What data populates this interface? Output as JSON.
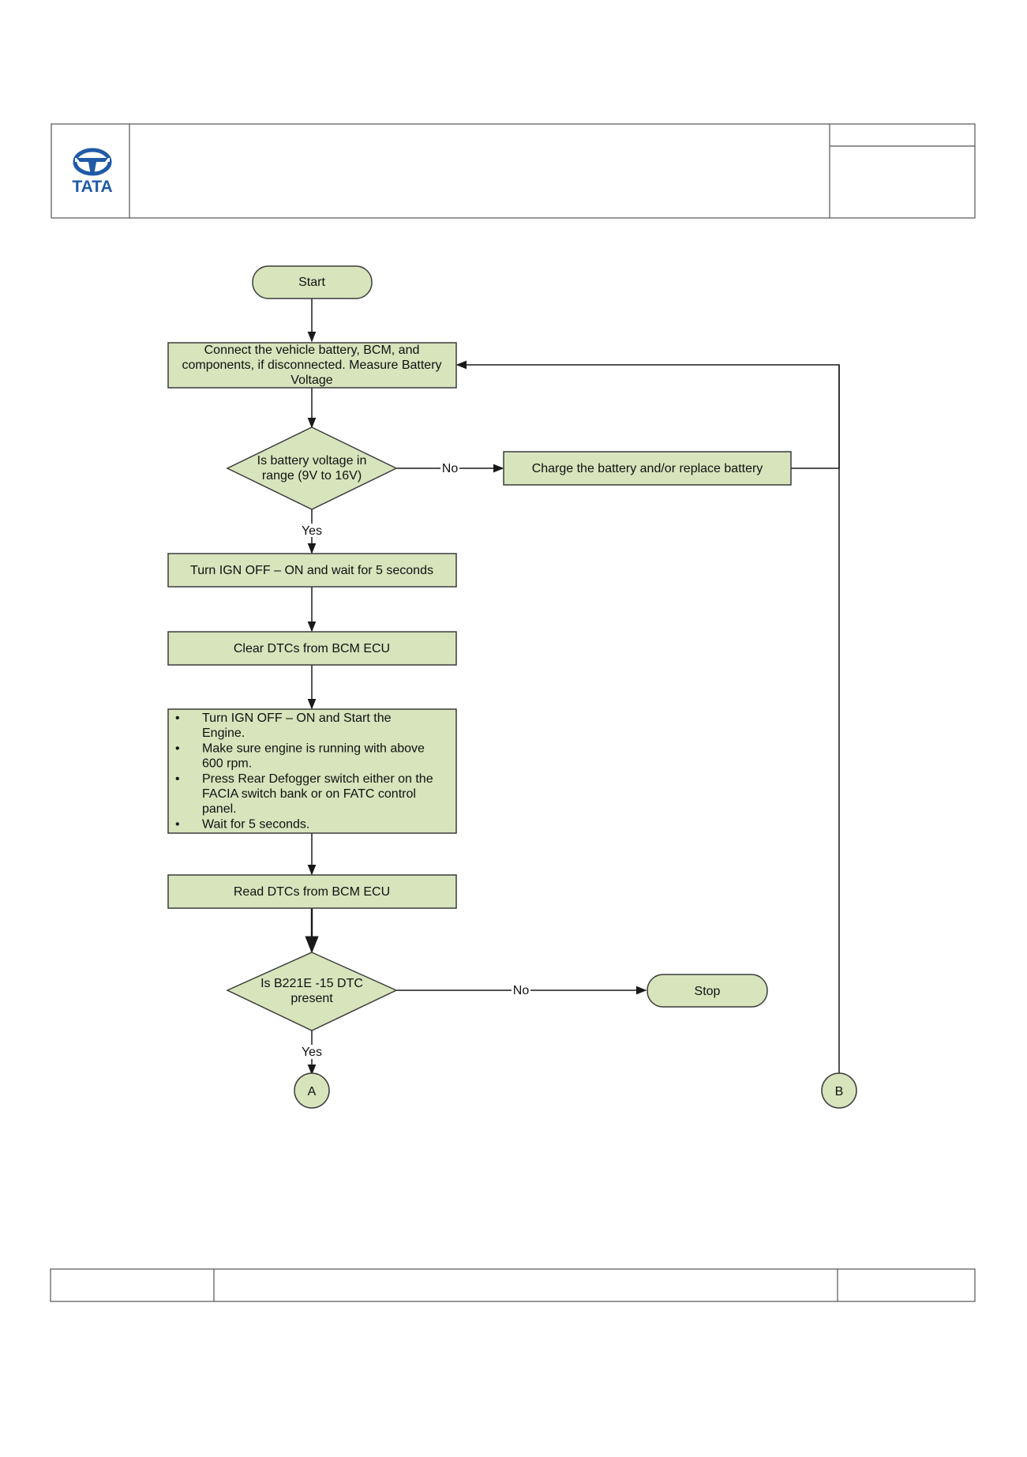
{
  "header": {
    "logo_text": "TATA",
    "logo_icon": "tata-logo-icon"
  },
  "colors": {
    "box_fill": "#d7e4bc",
    "box_stroke": "#3c3c3c",
    "line": "#1a1a1a",
    "border": "#555555",
    "logo_blue": "#1f5aa6"
  },
  "flowchart": {
    "start": "Start",
    "step_connect": [
      "Connect the vehicle battery, BCM, and",
      "components, if disconnected. Measure Battery",
      "Voltage"
    ],
    "decision_voltage": [
      "Is battery voltage in",
      "range (9V to 16V)"
    ],
    "step_charge": "Charge the battery and/or replace battery",
    "label_no_1": "No",
    "label_yes_1": "Yes",
    "step_ign_cycle": "Turn IGN OFF – ON and wait for 5 seconds",
    "step_clear": "Clear DTCs from BCM ECU",
    "step_engine_bullets": [
      [
        "Turn IGN OFF – ON and Start the",
        "Engine."
      ],
      [
        "Make sure engine is running with above",
        "600 rpm."
      ],
      [
        "Press Rear Defogger switch either on the",
        "FACIA switch bank or on FATC control",
        "panel."
      ],
      [
        "Wait for 5 seconds."
      ]
    ],
    "bullet_char": "•",
    "step_read": "Read DTCs from BCM ECU",
    "decision_dtc": [
      "Is B221E -15 DTC",
      "present"
    ],
    "label_no_2": "No",
    "label_yes_2": "Yes",
    "stop": "Stop",
    "connector_a": "A",
    "connector_b": "B"
  }
}
